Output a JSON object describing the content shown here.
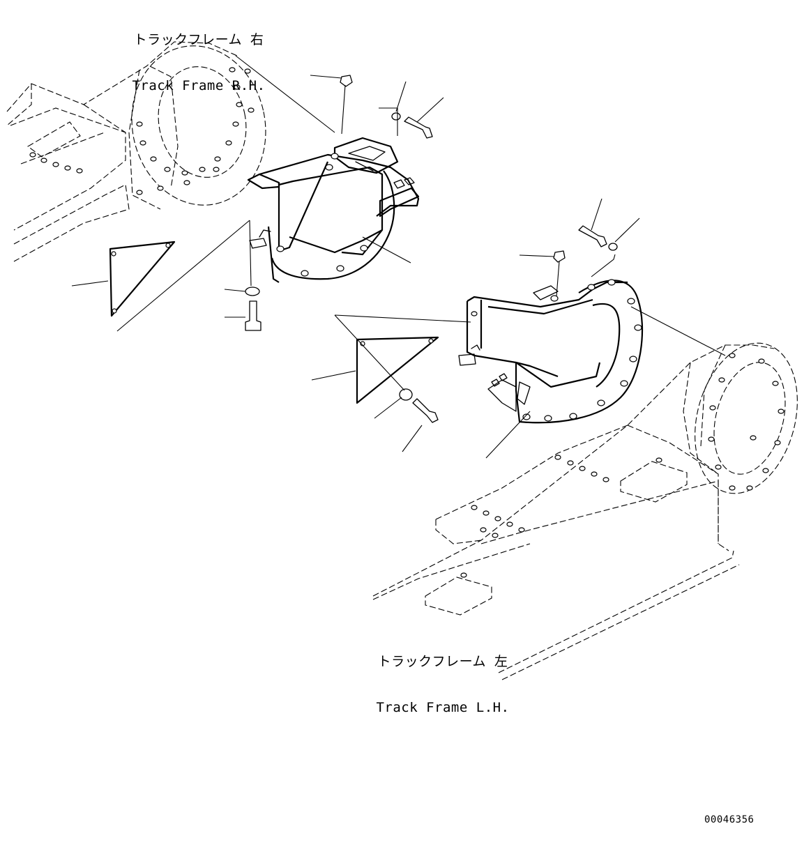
{
  "labels": {
    "rh_jp": "トラックフレーム 右",
    "rh_en": "Track Frame R.H.",
    "lh_jp": "トラックフレーム 左",
    "lh_en": "Track Frame L.H."
  },
  "doc_id": "00046356"
}
